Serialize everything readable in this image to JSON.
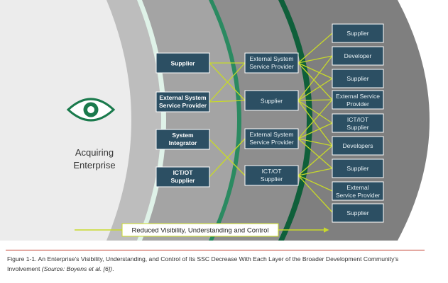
{
  "enterprise": {
    "label_line1": "Acquiring",
    "label_line2": "Enterprise",
    "icon": "eye-icon"
  },
  "layer1": [
    {
      "line1": "Supplier",
      "line2": ""
    },
    {
      "line1": "External System",
      "line2": "Service Provider"
    },
    {
      "line1": "System",
      "line2": "Integrator"
    },
    {
      "line1": "ICT/OT",
      "line2": "Supplier"
    }
  ],
  "layer2": [
    {
      "line1": "External System",
      "line2": "Service Provider"
    },
    {
      "line1": "Supplier",
      "line2": ""
    },
    {
      "line1": "External System",
      "line2": "Service Provider"
    },
    {
      "line1": "ICT/OT",
      "line2": "Supplier"
    }
  ],
  "layer3": [
    {
      "line1": "Supplier",
      "line2": ""
    },
    {
      "line1": "Developer",
      "line2": ""
    },
    {
      "line1": "Supplier",
      "line2": ""
    },
    {
      "line1": "External Service",
      "line2": "Provider"
    },
    {
      "line1": "ICT/IOT",
      "line2": "Supplier"
    },
    {
      "line1": "Developers",
      "line2": ""
    },
    {
      "line1": "Supplier",
      "line2": ""
    },
    {
      "line1": "External",
      "line2": "Service Provider"
    },
    {
      "line1": "Supplier",
      "line2": ""
    }
  ],
  "arrow_label": "Reduced Visibility, Understanding and Control",
  "caption": {
    "main": "Figure 1-1.  An Enterprise's Visibility, Understanding, and Control of Its SSC Decrease With Each Layer of the Broader Development Community's Involvement ",
    "source": "(Source:  Boyens et al. [6])",
    "end": "."
  },
  "colors": {
    "box": "#2c4f63",
    "arrow": "#c8d92a",
    "green_dark": "#1f6b4a",
    "green_light": "#d4eee0",
    "eye": "#1a7a4c",
    "caption_rule": "#c0392b"
  }
}
